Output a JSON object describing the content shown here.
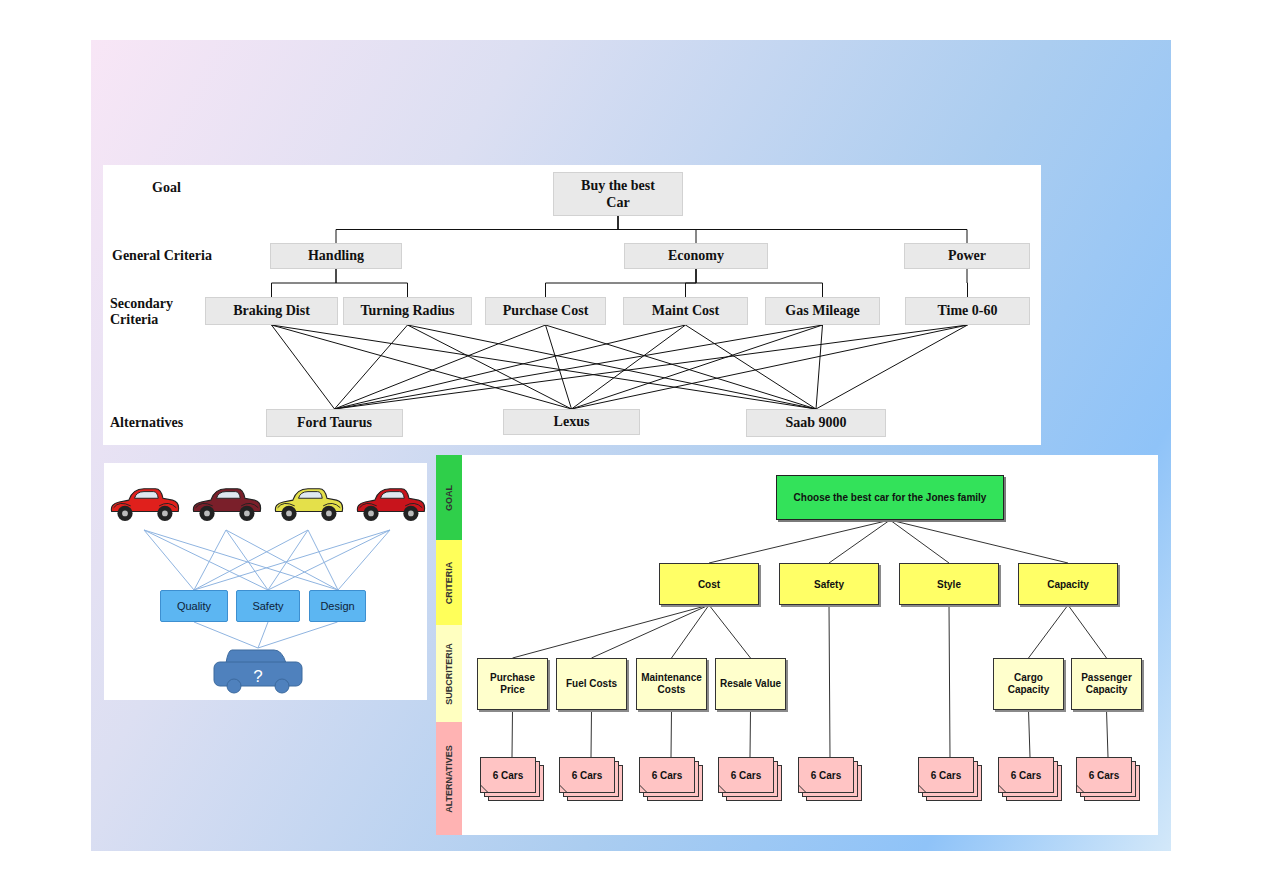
{
  "diagram": {
    "nodes": [
      {
        "text": [
          "Buy the best Car"
        ]
      },
      {
        "text": [
          "Handling"
        ]
      },
      {
        "text": [
          "Economy"
        ]
      },
      {
        "text": [
          "Power"
        ]
      },
      {
        "text": [
          "Braking Dist"
        ]
      },
      {
        "text": [
          "Turning Radius"
        ]
      },
      {
        "text": [
          "Purchase Cost"
        ]
      },
      {
        "text": [
          "Maint Cost"
        ]
      },
      {
        "text": [
          "Gas Mileage"
        ]
      },
      {
        "text": [
          "Time 0-60"
        ]
      },
      {
        "text": [
          "Ford Taurus"
        ]
      },
      {
        "text": [
          "Lexus"
        ]
      },
      {
        "text": [
          "Saab 9000"
        ]
      },
      {
        "text": [
          "Quality"
        ]
      },
      {
        "text": [
          "Safety"
        ]
      },
      {
        "text": [
          "Design"
        ]
      },
      {
        "text": [
          "?"
        ]
      },
      {
        "text": [
          "GOAL"
        ]
      },
      {
        "text": [
          "CRITERIA"
        ]
      },
      {
        "text": [
          "SUBCRITERIA"
        ]
      },
      {
        "text": [
          "ALTERNATIVES"
        ]
      },
      {
        "text": [
          "Choose the best car for the Jones family"
        ]
      },
      {
        "text": [
          "Cost"
        ]
      },
      {
        "text": [
          "Safety"
        ]
      },
      {
        "text": [
          "Style"
        ]
      },
      {
        "text": [
          "Capacity"
        ]
      },
      {
        "text": [
          "Purchase Price"
        ]
      },
      {
        "text": [
          "Fuel Costs"
        ]
      },
      {
        "text": [
          "Maintenance Costs"
        ]
      },
      {
        "text": [
          "Resale Value"
        ]
      },
      {
        "text": [
          "Cargo Capacity"
        ]
      },
      {
        "text": [
          "Passenger Capacity"
        ]
      },
      {
        "text": [
          "6 Cars"
        ]
      },
      {
        "text": [
          "6 Cars"
        ]
      },
      {
        "text": [
          "6 Cars"
        ]
      },
      {
        "text": [
          "6 Cars"
        ]
      },
      {
        "text": [
          "6 Cars"
        ]
      },
      {
        "text": [
          "6 Cars"
        ]
      },
      {
        "text": [
          "6 Cars"
        ]
      },
      {
        "text": [
          "6 Cars"
        ]
      }
    ],
    "edges": [
      {
        "from": 0,
        "to": 1,
        "arrow": "none"
      },
      {
        "from": 0,
        "to": 2,
        "arrow": "none"
      },
      {
        "from": 0,
        "to": 3,
        "arrow": "none"
      },
      {
        "from": 1,
        "to": 4,
        "arrow": "none"
      },
      {
        "from": 1,
        "to": 5,
        "arrow": "none"
      },
      {
        "from": 2,
        "to": 6,
        "arrow": "none"
      },
      {
        "from": 2,
        "to": 7,
        "arrow": "none"
      },
      {
        "from": 2,
        "to": 8,
        "arrow": "none"
      },
      {
        "from": 3,
        "to": 9,
        "arrow": "none"
      },
      {
        "from": 4,
        "to": 10,
        "arrow": "none"
      },
      {
        "from": 4,
        "to": 11,
        "arrow": "none"
      },
      {
        "from": 4,
        "to": 12,
        "arrow": "none"
      },
      {
        "from": 5,
        "to": 10,
        "arrow": "none"
      },
      {
        "from": 5,
        "to": 11,
        "arrow": "none"
      },
      {
        "from": 5,
        "to": 12,
        "arrow": "none"
      },
      {
        "from": 6,
        "to": 10,
        "arrow": "none"
      },
      {
        "from": 6,
        "to": 11,
        "arrow": "none"
      },
      {
        "from": 6,
        "to": 12,
        "arrow": "none"
      },
      {
        "from": 7,
        "to": 10,
        "arrow": "none"
      },
      {
        "from": 7,
        "to": 11,
        "arrow": "none"
      },
      {
        "from": 7,
        "to": 12,
        "arrow": "none"
      },
      {
        "from": 8,
        "to": 10,
        "arrow": "none"
      },
      {
        "from": 8,
        "to": 11,
        "arrow": "none"
      },
      {
        "from": 8,
        "to": 12,
        "arrow": "none"
      },
      {
        "from": 9,
        "to": 10,
        "arrow": "none"
      },
      {
        "from": 9,
        "to": 11,
        "arrow": "none"
      },
      {
        "from": 9,
        "to": 12,
        "arrow": "none"
      },
      {
        "from": 13,
        "to": 16,
        "arrow": "none"
      },
      {
        "from": 14,
        "to": 16,
        "arrow": "none"
      },
      {
        "from": 15,
        "to": 16,
        "arrow": "none"
      },
      {
        "from": 21,
        "to": 22,
        "arrow": "none"
      },
      {
        "from": 21,
        "to": 23,
        "arrow": "none"
      },
      {
        "from": 21,
        "to": 24,
        "arrow": "none"
      },
      {
        "from": 21,
        "to": 25,
        "arrow": "none"
      },
      {
        "from": 22,
        "to": 26,
        "arrow": "none"
      },
      {
        "from": 22,
        "to": 27,
        "arrow": "none"
      },
      {
        "from": 22,
        "to": 28,
        "arrow": "none"
      },
      {
        "from": 22,
        "to": 29,
        "arrow": "none"
      },
      {
        "from": 25,
        "to": 30,
        "arrow": "none"
      },
      {
        "from": 25,
        "to": 31,
        "arrow": "none"
      },
      {
        "from": 23,
        "to": 36,
        "arrow": "none"
      },
      {
        "from": 24,
        "to": 37,
        "arrow": "none"
      },
      {
        "from": 26,
        "to": 32,
        "arrow": "none"
      },
      {
        "from": 27,
        "to": 33,
        "arrow": "none"
      },
      {
        "from": 28,
        "to": 34,
        "arrow": "none"
      },
      {
        "from": 29,
        "to": 35,
        "arrow": "none"
      },
      {
        "from": 30,
        "to": 38,
        "arrow": "none"
      },
      {
        "from": 31,
        "to": 39,
        "arrow": "none"
      }
    ],
    "labels": [
      "Goal",
      "General Criteria",
      "Secondary Criteria",
      "Alternatives"
    ]
  }
}
